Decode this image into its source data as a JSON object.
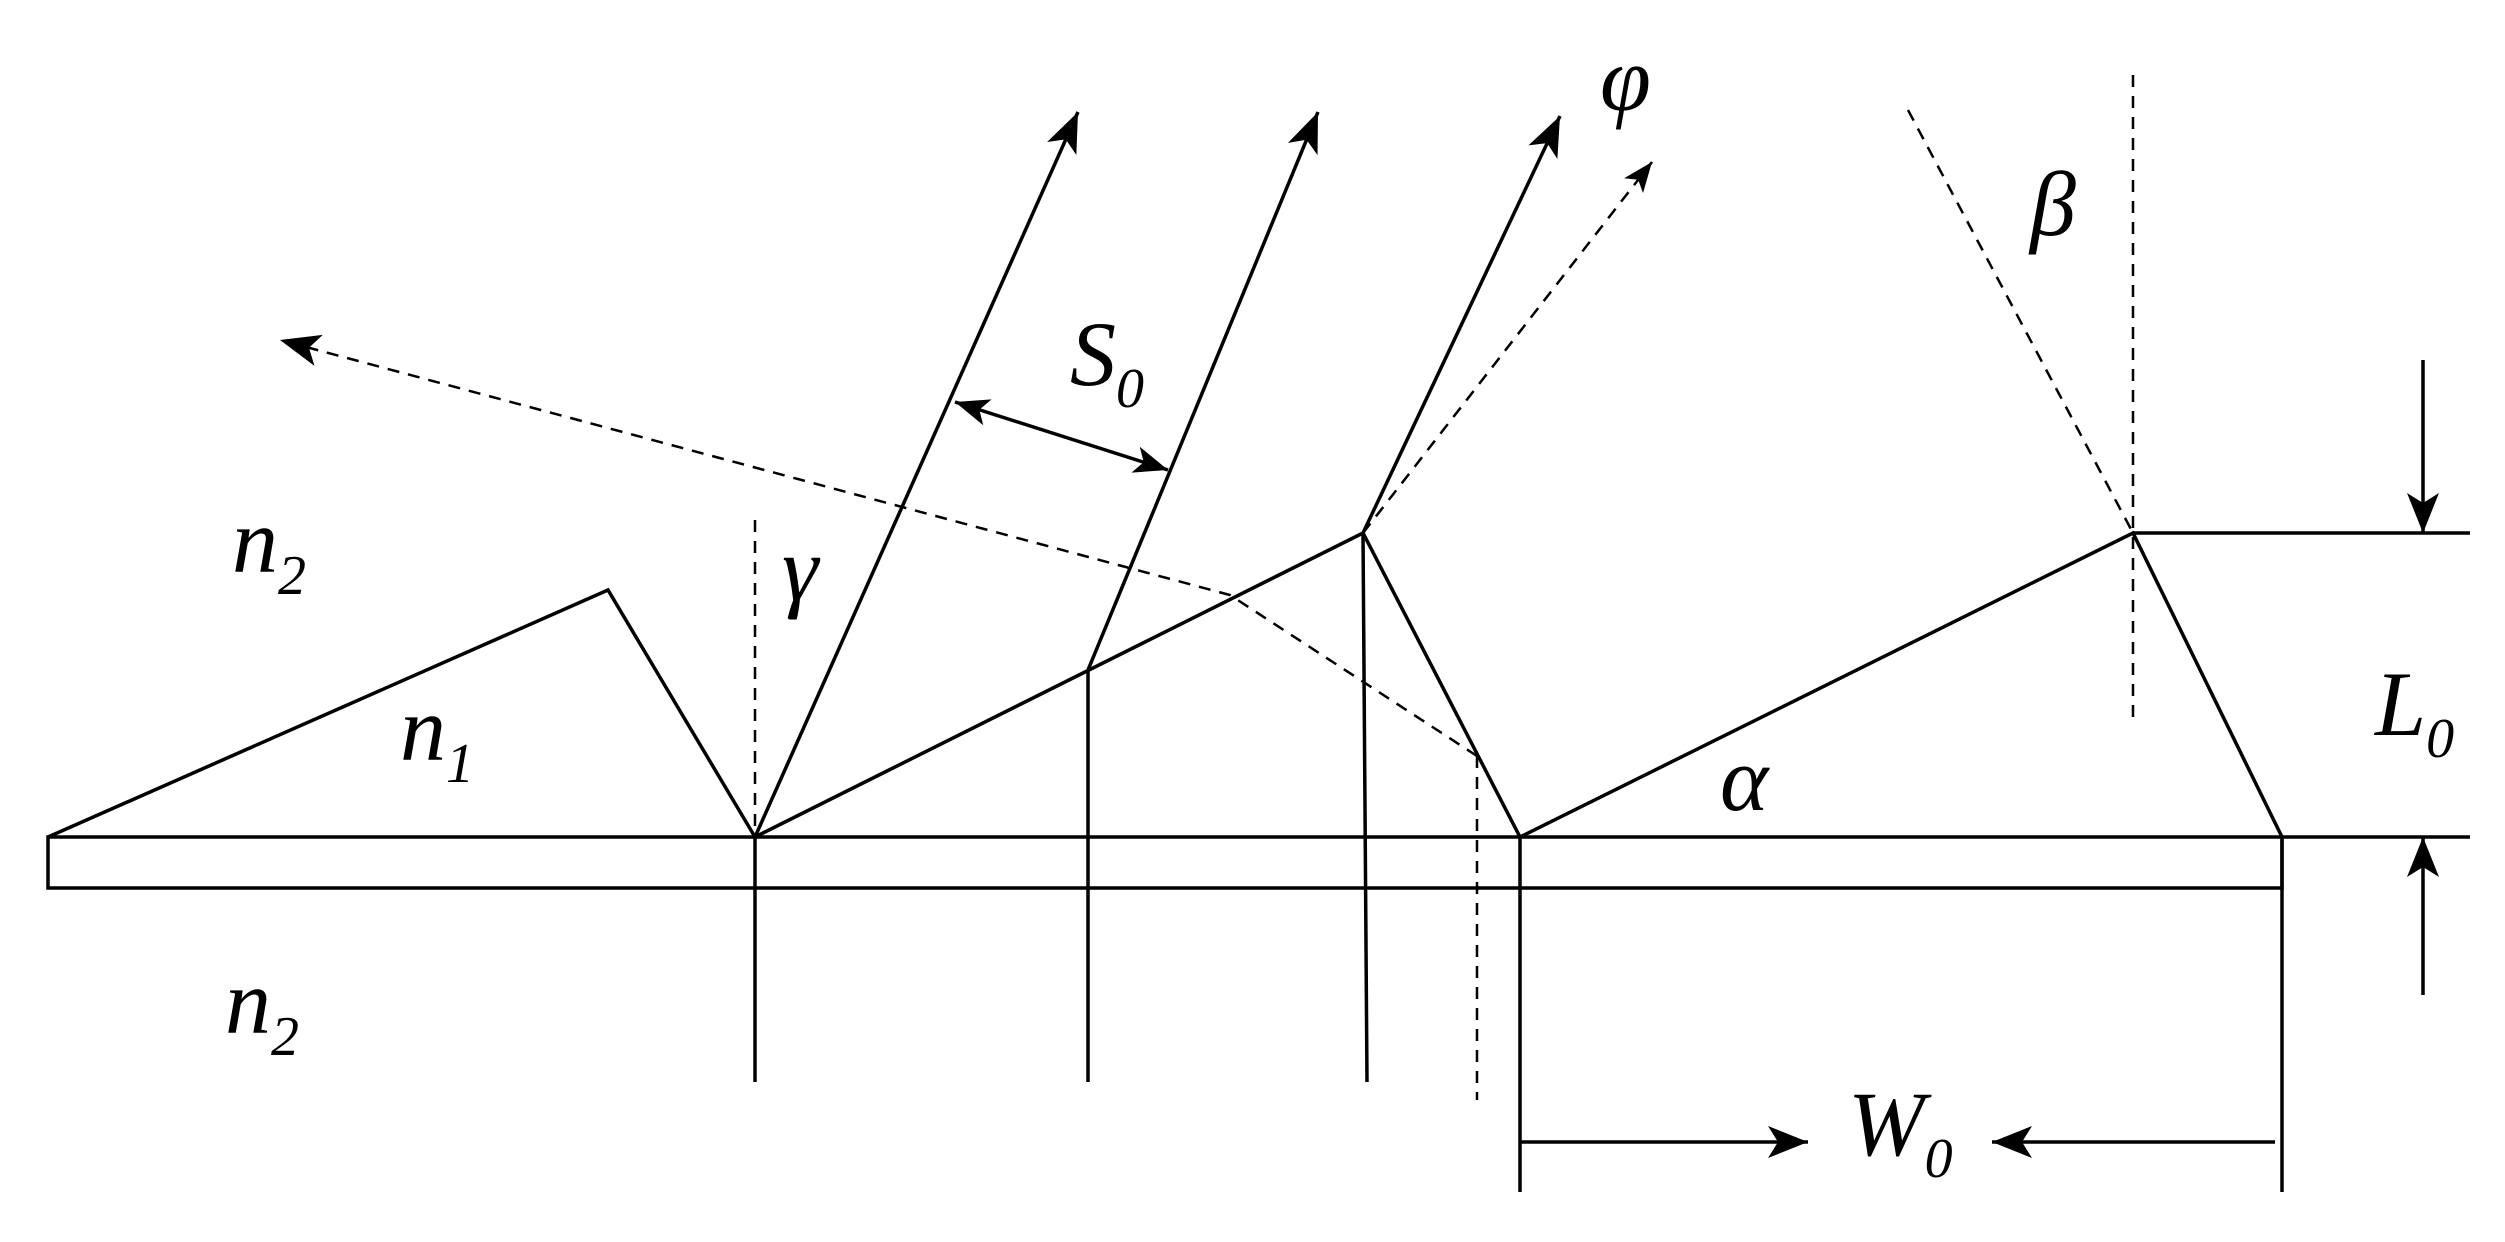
{
  "labels": {
    "n2_top": {
      "base": "n",
      "sub": "2"
    },
    "n1": {
      "base": "n",
      "sub": "1"
    },
    "n2_bottom": {
      "base": "n",
      "sub": "2"
    },
    "gamma": "γ",
    "S0": {
      "base": "S",
      "sub": "0"
    },
    "phi": "φ",
    "beta": "β",
    "L0": {
      "base": "L",
      "sub": "0"
    },
    "alpha": "α",
    "W0": {
      "base": "W",
      "sub": "0"
    }
  }
}
